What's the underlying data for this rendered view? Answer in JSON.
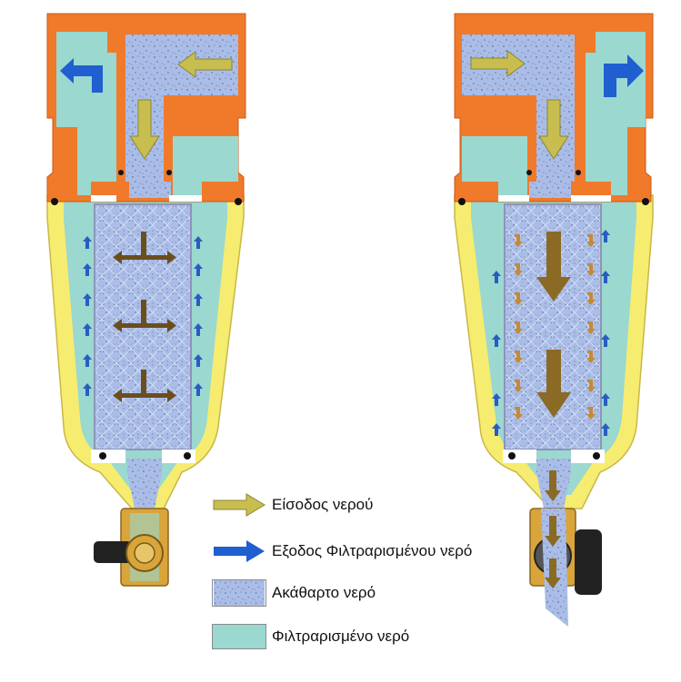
{
  "legend": {
    "inlet_label": "Είσοδος νερού",
    "outlet_label": "Εξοδος Φιλτραρισμένου νερό",
    "dirty_label": "Ακάθαρτο νερό",
    "filtered_label": "Φιλτραρισμένο νερό"
  },
  "colors": {
    "inlet_arrow": "#c8be50",
    "outlet_arrow": "#1f5fd0",
    "dirty_water": "#a9bde8",
    "filtered_water": "#9ad8d0",
    "housing_head": "#f07a2a",
    "bowl": "#f6ec70",
    "brass": "#d9a53a",
    "flow_arrow": "#6b4e1e",
    "flow_arrow_light": "#c58a35",
    "small_arrow": "#2a5cc0"
  },
  "icons": {
    "inlet_legend": "inlet-arrow-icon",
    "outlet_legend": "outlet-arrow-icon"
  }
}
